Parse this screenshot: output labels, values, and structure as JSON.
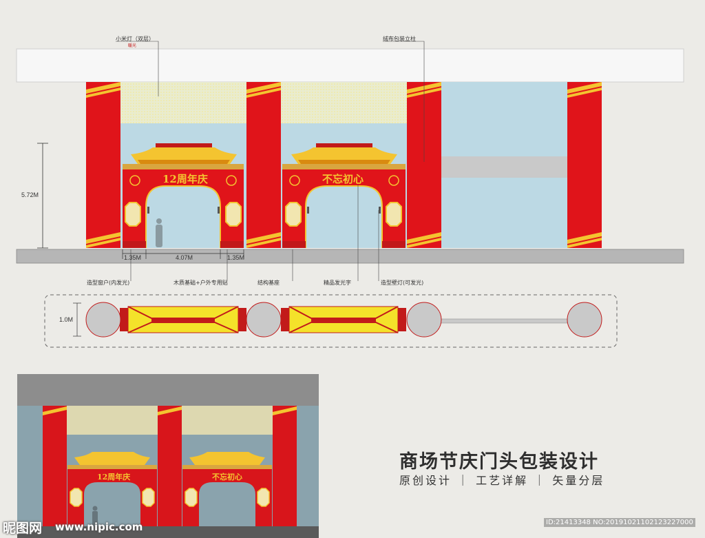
{
  "labels": {
    "top_left_callout": "小米灯（双层）",
    "top_left_sub": "暖光",
    "top_right_callout": "绒布包装立柱",
    "height": "5.72M",
    "dim_side_left": "1.35M",
    "dim_center": "4.07M",
    "dim_side_right": "1.35M",
    "bottom_callouts": [
      "造型窗户(内发光)",
      "木质基础+户外专用贴",
      "结构基座",
      "精品发光字",
      "造型壁灯(可发光)"
    ],
    "depth": "1.0M"
  },
  "signs": {
    "left": "12周年庆",
    "right": "不忘初心"
  },
  "title": "商场节庆门头包装设计",
  "subtitle": "原创设计 ｜ 工艺详解 ｜ 矢量分层",
  "watermark": {
    "logo": "昵图网",
    "url": "www.nipic.com",
    "id": "ID:21413348 NO:20191021102123227000"
  },
  "colors": {
    "pillar_red": "#e0141a",
    "gold": "#f4c430",
    "sky": "#bcd9e4",
    "ground": "#b6b6b6"
  }
}
